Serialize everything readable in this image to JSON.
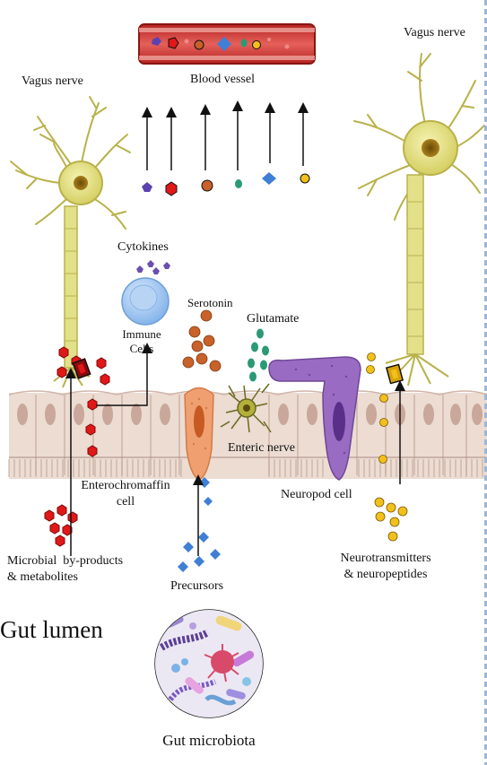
{
  "labels": {
    "blood_vessel": "Blood vessel",
    "vagus_left": "Vagus nerve",
    "vagus_right": "Vagus nerve",
    "cytokines": "Cytokines",
    "immune_cells": "Immune\nCells",
    "serotonin": "Serotonin",
    "glutamate": "Glutamate",
    "enteric_nerve": "Enteric  nerve",
    "enterochromaffin": "Enterochromaffin\ncell",
    "neuropod": "Neuropod cell",
    "microbial": "Microbial  by-products\n& metabolites",
    "precursors": "Precursors",
    "neurotransmitters": "Neurotransmitters\n& neuropeptides",
    "gut_lumen": "Gut lumen",
    "gut_microbiota": "Gut microbiota"
  },
  "colors": {
    "vessel": "#d9423b",
    "neuron": "#e3e08a",
    "neuron_dark": "#b8b24a",
    "nucleus": "#8a6a1a",
    "epithelium": "#ecdcd2",
    "epithelium_nucleus": "#c9a79a",
    "ec_cell": "#f0a070",
    "neuropod_cell": "#9a6bc2",
    "immune_cell": "#9ec3ef",
    "microbial_red": "#e01818",
    "serotonin_brown": "#c8612a",
    "glutamate_teal": "#2b9a74",
    "precursor_blue": "#3f7fd6",
    "neurotransmitter_gold": "#f2c01a",
    "cytokine_purple": "#6a4fb0"
  },
  "icons": [
    "neuron-icon",
    "blood-vessel-icon",
    "immune-cell-icon",
    "enterochromaffin-cell-icon",
    "neuropod-cell-icon",
    "enteric-nerve-icon",
    "gut-microbiota-icon"
  ]
}
